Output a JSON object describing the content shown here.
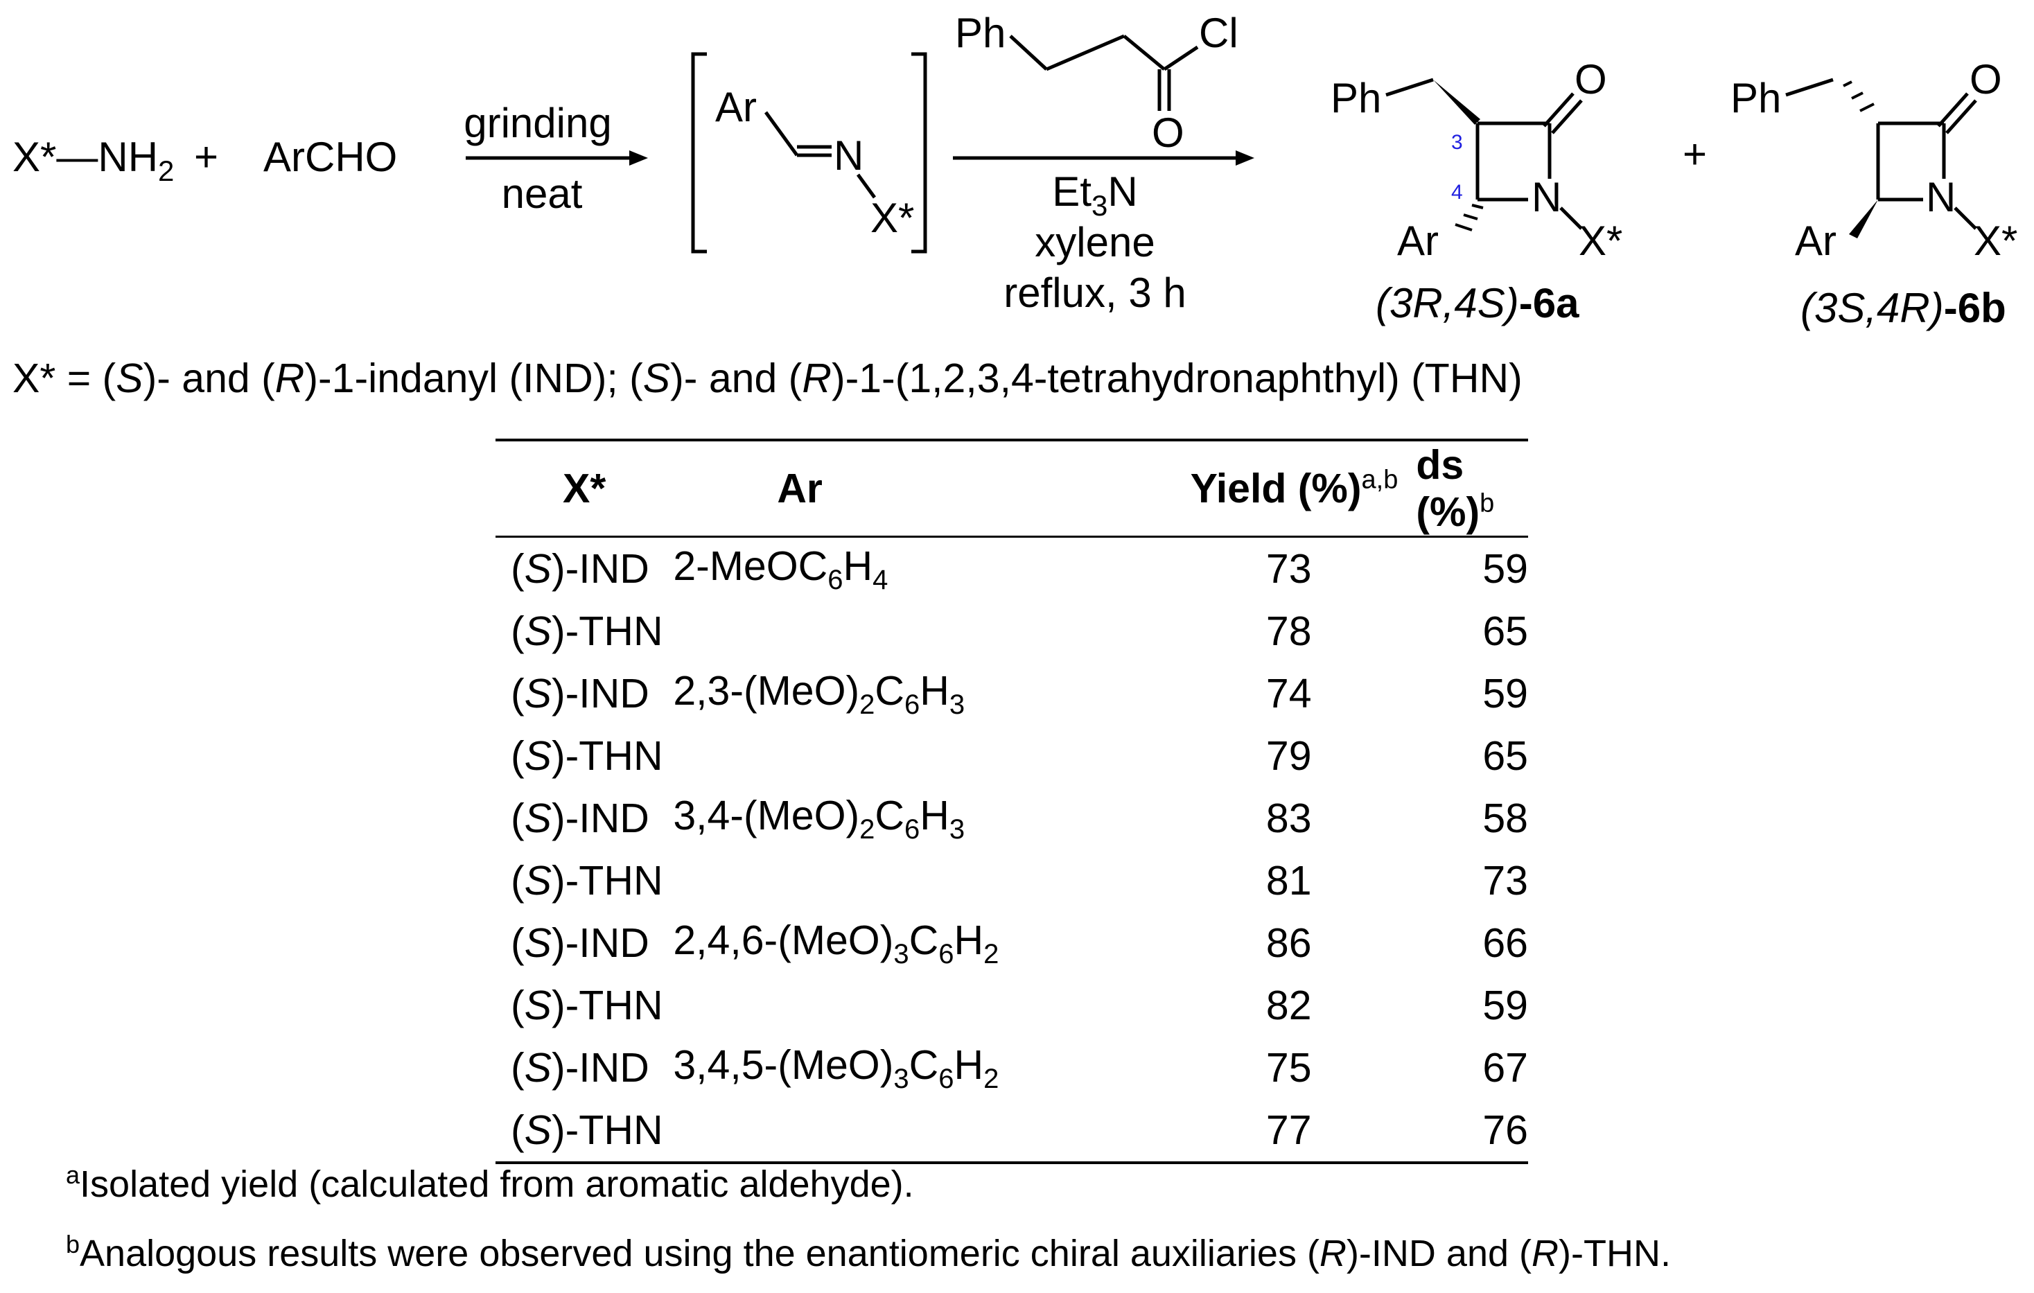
{
  "scheme": {
    "amine": "X*—NH",
    "amine_sub": "2",
    "plus1": "+",
    "aldehyde": "ArCHO",
    "cond1_top": "grinding",
    "cond1_bottom": "neat",
    "imine_ar": "Ar",
    "imine_n": "N",
    "imine_x": "X*",
    "acid_ph": "Ph",
    "acid_cl": "Cl",
    "acid_o": "O",
    "cond2_et": "Et",
    "cond2_sub": "3",
    "cond2_n": "N",
    "cond2_solvent": "xylene",
    "cond2_temp": "reflux, 3 h",
    "prod_a_ph": "Ph",
    "prod_a_o": "O",
    "prod_a_n": "N",
    "prod_a_ar": "Ar",
    "prod_a_x": "X*",
    "prod_a_c3": "3",
    "prod_a_c4": "4",
    "prod_a_label": "(3R,4S)",
    "prod_a_code": "-6a",
    "plus2": "+",
    "prod_b_ph": "Ph",
    "prod_b_o": "O",
    "prod_b_n": "N",
    "prod_b_ar": "Ar",
    "prod_b_x": "X*",
    "prod_b_label": "(3S,4R)",
    "prod_b_code": "-6b"
  },
  "definition": {
    "prefix": "X* = (",
    "s1": "S",
    "mid1": ")- and (",
    "r1": "R",
    "mid2": ")-1-indanyl (IND); (",
    "s2": "S",
    "mid3": ")- and (",
    "r2": "R",
    "suffix": ")-1-(1,2,3,4-tetrahydronaphthyl) (THN)"
  },
  "table": {
    "headers": {
      "x": "X*",
      "ar": "Ar",
      "yield": "Yield (%)",
      "yield_sup": "a,b",
      "ds": "ds (%)",
      "ds_sup": "b"
    },
    "rows": [
      {
        "config": "S",
        "aux": ")-IND",
        "ar_pre": "2-MeOC",
        "ar_s1": "6",
        "ar_mid": "H",
        "ar_s2": "4",
        "ar_post": "",
        "ar_s3": "",
        "yield": "73",
        "ds": "59"
      },
      {
        "config": "S",
        "aux": ")-THN",
        "ar_pre": "",
        "ar_s1": "",
        "ar_mid": "",
        "ar_s2": "",
        "ar_post": "",
        "ar_s3": "",
        "yield": "78",
        "ds": "65"
      },
      {
        "config": "S",
        "aux": ")-IND",
        "ar_pre": "2,3-(MeO)",
        "ar_s1": "2",
        "ar_mid": "C",
        "ar_s2": "6",
        "ar_post": "H",
        "ar_s3": "3",
        "yield": "74",
        "ds": "59"
      },
      {
        "config": "S",
        "aux": ")-THN",
        "ar_pre": "",
        "ar_s1": "",
        "ar_mid": "",
        "ar_s2": "",
        "ar_post": "",
        "ar_s3": "",
        "yield": "79",
        "ds": "65"
      },
      {
        "config": "S",
        "aux": ")-IND",
        "ar_pre": "3,4-(MeO)",
        "ar_s1": "2",
        "ar_mid": "C",
        "ar_s2": "6",
        "ar_post": "H",
        "ar_s3": "3",
        "yield": "83",
        "ds": "58"
      },
      {
        "config": "S",
        "aux": ")-THN",
        "ar_pre": "",
        "ar_s1": "",
        "ar_mid": "",
        "ar_s2": "",
        "ar_post": "",
        "ar_s3": "",
        "yield": "81",
        "ds": "73"
      },
      {
        "config": "S",
        "aux": ")-IND",
        "ar_pre": "2,4,6-(MeO)",
        "ar_s1": "3",
        "ar_mid": "C",
        "ar_s2": "6",
        "ar_post": "H",
        "ar_s3": "2",
        "yield": "86",
        "ds": "66"
      },
      {
        "config": "S",
        "aux": ")-THN",
        "ar_pre": "",
        "ar_s1": "",
        "ar_mid": "",
        "ar_s2": "",
        "ar_post": "",
        "ar_s3": "",
        "yield": "82",
        "ds": "59"
      },
      {
        "config": "S",
        "aux": ")-IND",
        "ar_pre": "3,4,5-(MeO)",
        "ar_s1": "3",
        "ar_mid": "C",
        "ar_s2": "6",
        "ar_post": "H",
        "ar_s3": "2",
        "yield": "75",
        "ds": "67"
      },
      {
        "config": "S",
        "aux": ")-THN",
        "ar_pre": "",
        "ar_s1": "",
        "ar_mid": "",
        "ar_s2": "",
        "ar_post": "",
        "ar_s3": "",
        "yield": "77",
        "ds": "76"
      }
    ]
  },
  "footnotes": {
    "a_mark": "a",
    "a_text": "Isolated yield (calculated from aromatic aldehyde).",
    "b_mark": "b",
    "b_pre": "Analogous results were observed using the enantiomeric chiral auxiliaries (",
    "b_r1": "R",
    "b_mid": ")-IND and (",
    "b_r2": "R",
    "b_post": ")-THN."
  }
}
